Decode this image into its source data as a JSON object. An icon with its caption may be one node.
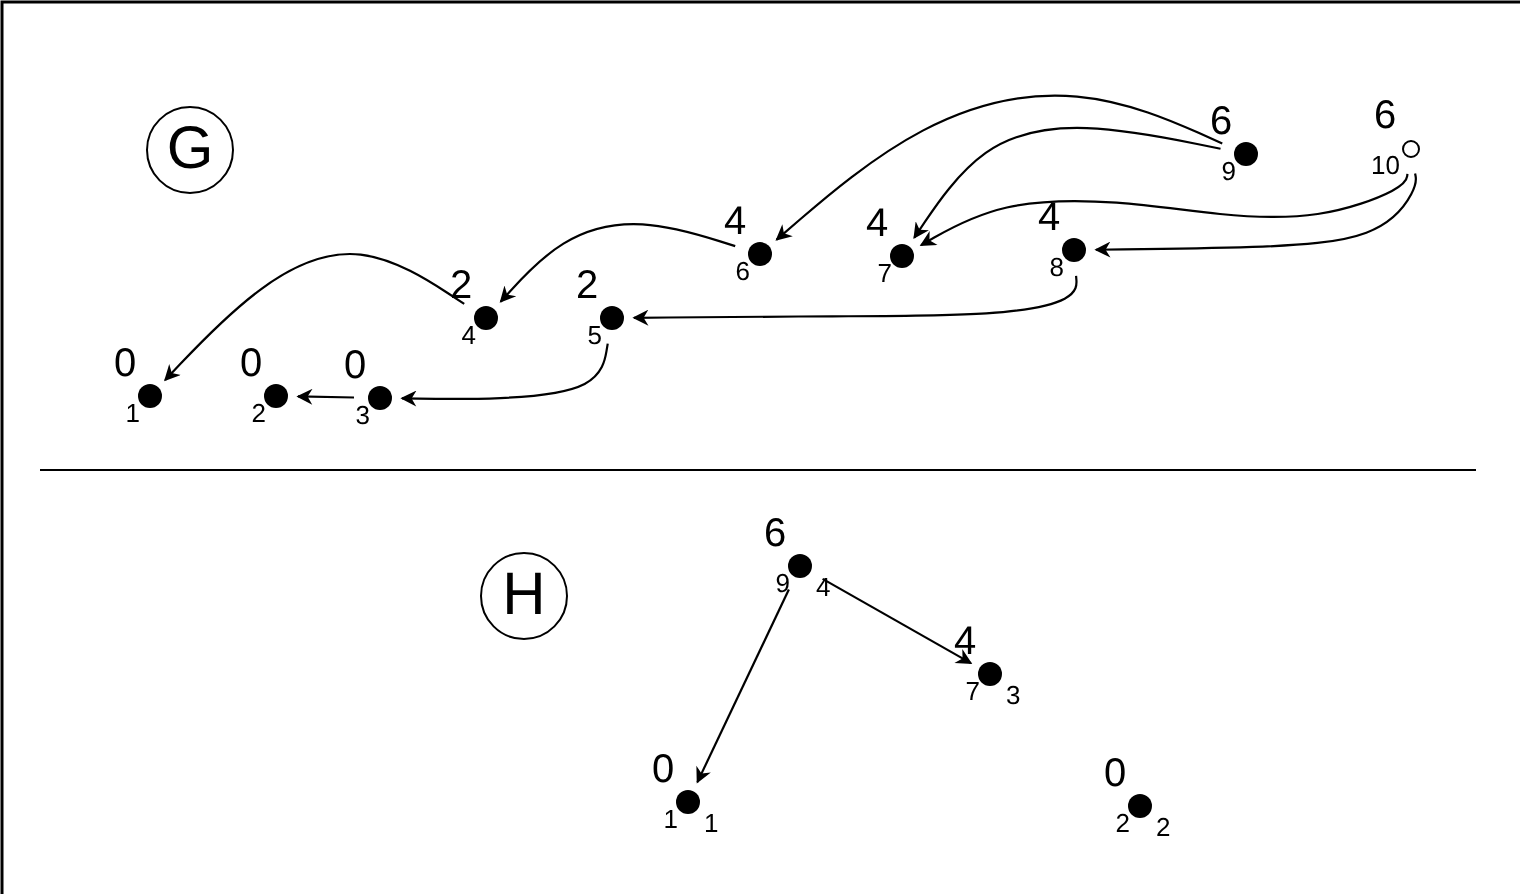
{
  "diagram": {
    "nodes": [
      {
        "text": [
          "G"
        ]
      },
      {
        "text": [
          "0",
          "1"
        ]
      },
      {
        "text": [
          "0",
          "2"
        ]
      },
      {
        "text": [
          "0",
          "3"
        ]
      },
      {
        "text": [
          "2",
          "4"
        ]
      },
      {
        "text": [
          "2",
          "5"
        ]
      },
      {
        "text": [
          "4",
          "6"
        ]
      },
      {
        "text": [
          "4",
          "7"
        ]
      },
      {
        "text": [
          "4",
          "8"
        ]
      },
      {
        "text": [
          "6",
          "9"
        ]
      },
      {
        "text": [
          "6",
          "10"
        ]
      },
      {
        "text": [
          "H"
        ]
      },
      {
        "text": [
          "6",
          "9",
          "4"
        ]
      },
      {
        "text": [
          "4",
          "7",
          "3"
        ]
      },
      {
        "text": [
          "0",
          "1",
          "1"
        ]
      },
      {
        "text": [
          "0",
          "2",
          "2"
        ]
      }
    ],
    "edges": [
      {
        "from": 6,
        "to": 4,
        "arrow": "to"
      },
      {
        "from": 4,
        "to": 1,
        "arrow": "to"
      },
      {
        "from": 5,
        "to": 3,
        "arrow": "to"
      },
      {
        "from": 3,
        "to": 2,
        "arrow": "to"
      },
      {
        "from": 8,
        "to": 5,
        "arrow": "to"
      },
      {
        "from": 9,
        "to": 6,
        "arrow": "to"
      },
      {
        "from": 9,
        "to": 7,
        "arrow": "to"
      },
      {
        "from": 10,
        "to": 7,
        "arrow": "to"
      },
      {
        "from": 10,
        "to": 8,
        "arrow": "to"
      },
      {
        "from": 12,
        "to": 14,
        "arrow": "to"
      },
      {
        "from": 12,
        "to": 13,
        "arrow": "to"
      }
    ]
  }
}
